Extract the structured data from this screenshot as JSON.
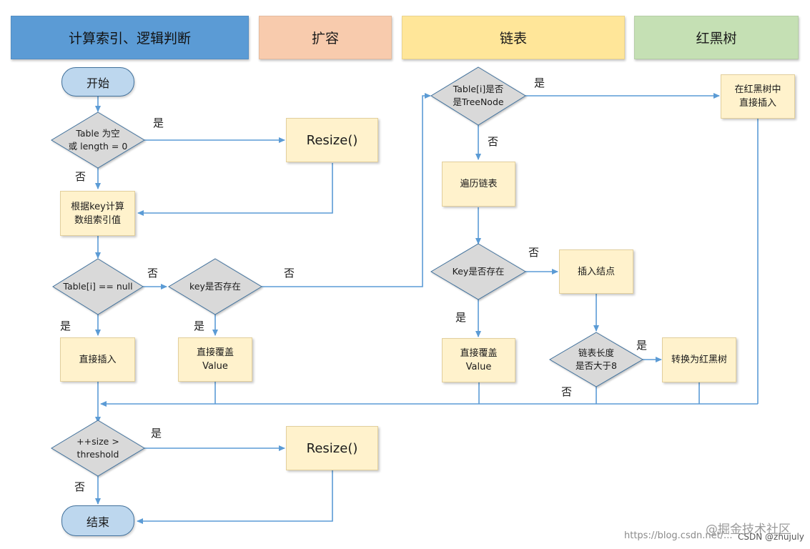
{
  "headers": {
    "compute": "计算索引、逻辑判断",
    "resize": "扩容",
    "linked_list": "链表",
    "rb_tree": "红黑树"
  },
  "nodes": {
    "start": "开始",
    "end": "结束",
    "table_empty": "Table 为空\n或 length = 0",
    "resize_top": "Resize()",
    "calc_index": "根据key计算\n数组索引值",
    "table_null": "Table[i] == null",
    "key_exists": "key是否存在",
    "direct_insert": "直接插入",
    "overwrite_left": "直接覆盖\nValue",
    "is_treenode": "Table[i]是否\n是TreeNode",
    "rb_insert": "在红黑树中\n直接插入",
    "traverse_list": "遍历链表",
    "key_exists_list": "Key是否存在",
    "insert_node": "插入结点",
    "overwrite_right": "直接覆盖\nValue",
    "list_len": "链表长度\n是否大于8",
    "to_rb_tree": "转换为红黑树",
    "size_threshold": "++size >\nthreshold",
    "resize_bottom": "Resize()"
  },
  "edge_labels": {
    "yes": "是",
    "no": "否"
  },
  "watermarks": {
    "blog": "https://blog.csdn.net/...",
    "csdn": "CSDN @zhujuly",
    "juejin": "@掘金技术社区"
  },
  "colors": {
    "header_compute": "#5b9bd5",
    "header_resize": "#f8cbad",
    "header_list": "#ffe699",
    "header_tree": "#c5e0b4",
    "process": "#fff2cc",
    "decision": "#d9d9d9",
    "terminal": "#bdd7ee",
    "connector": "#5b9bd5"
  }
}
